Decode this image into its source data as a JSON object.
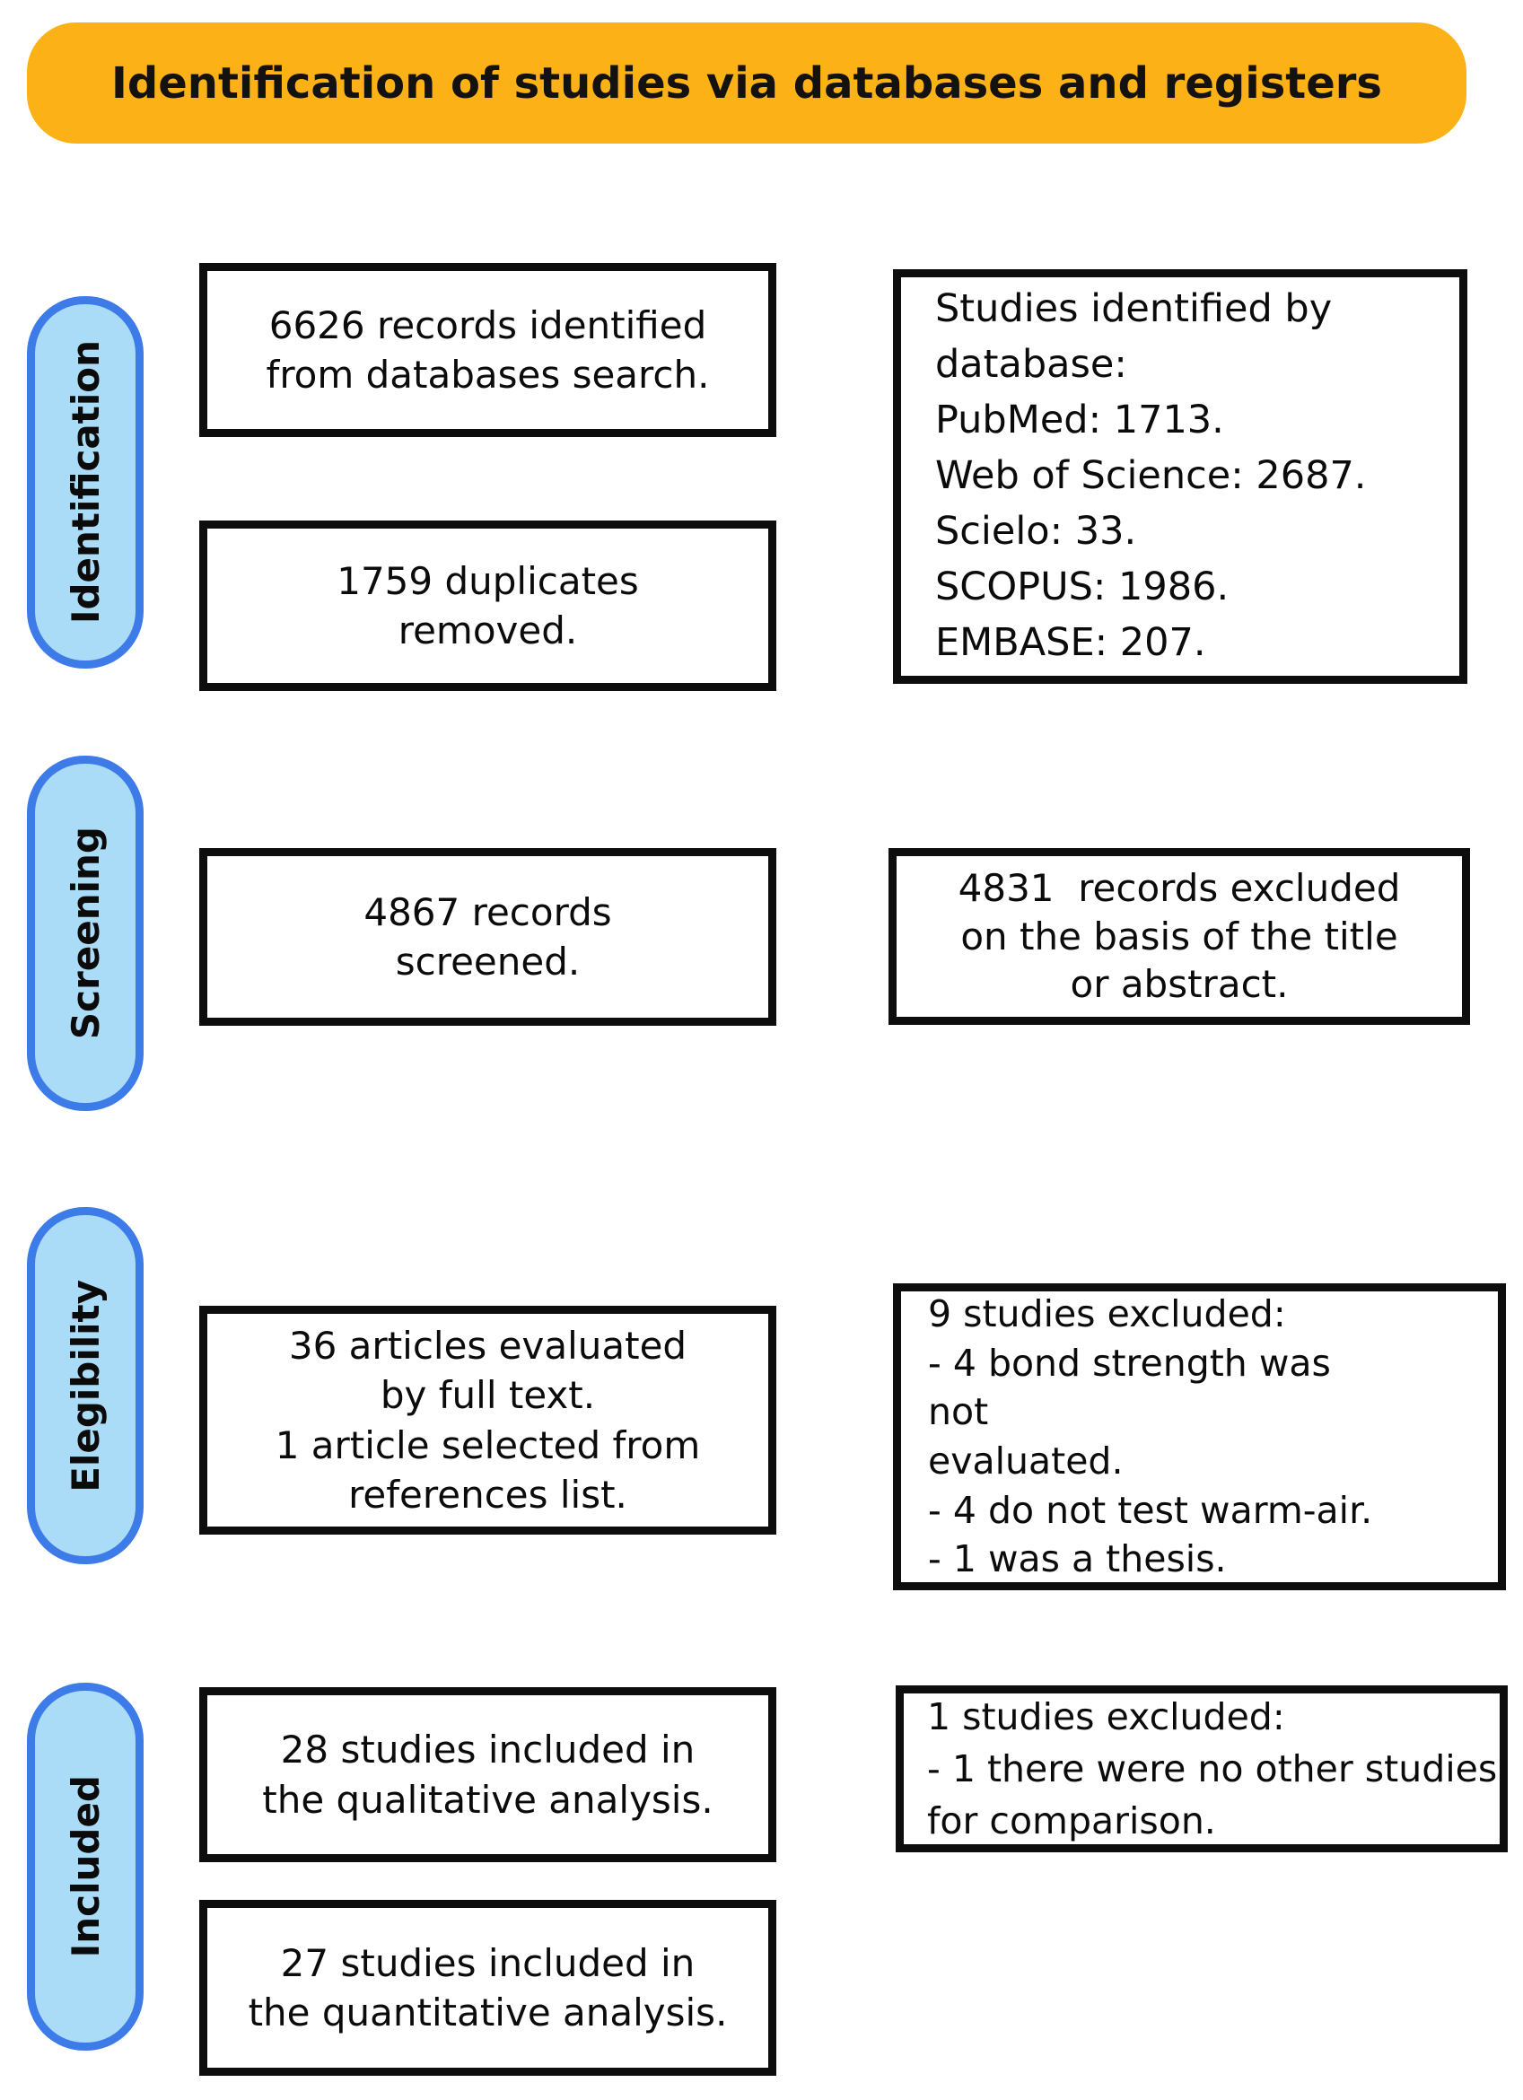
{
  "title": "Identification of studies via databases and registers",
  "colors": {
    "banner_bg": "#FCB216",
    "pill_fill": "#AADCF7",
    "pill_border": "#3D7BE8",
    "box_border": "#0d0d0d",
    "connector": "#000000",
    "text": "#0b0b0b"
  },
  "stages": [
    {
      "label": "Identification"
    },
    {
      "label": "Screening"
    },
    {
      "label": "Elegibility"
    },
    {
      "label": "Included"
    }
  ],
  "flow": {
    "identified": "6626 records identified\nfrom databases search.",
    "databases_detail": "Studies identified by\ndatabase:\nPubMed: 1713.\nWeb of Science: 2687.\nScielo: 33.\nSCOPUS: 1986.\nEMBASE: 207.",
    "duplicates_removed": "1759 duplicates\nremoved.",
    "screened": "4867 records\nscreened.",
    "screening_excluded": "4831  records excluded\non the basis of the title\nor abstract.",
    "fulltext_evaluated": "36 articles evaluated\nby full text.\n1 article selected from\nreferences list.",
    "fulltext_excluded": "9 studies excluded:\n- 4 bond strength was\nnot\nevaluated.\n- 4 do not test warm-air.\n- 1 was a thesis.",
    "qualitative_included": "28 studies included in\nthe qualitative analysis.",
    "qualitative_excluded": "1 studies excluded:\n- 1 there were no other studies\nfor comparison.",
    "quantitative_included": "27 studies included in\nthe quantitative analysis."
  }
}
